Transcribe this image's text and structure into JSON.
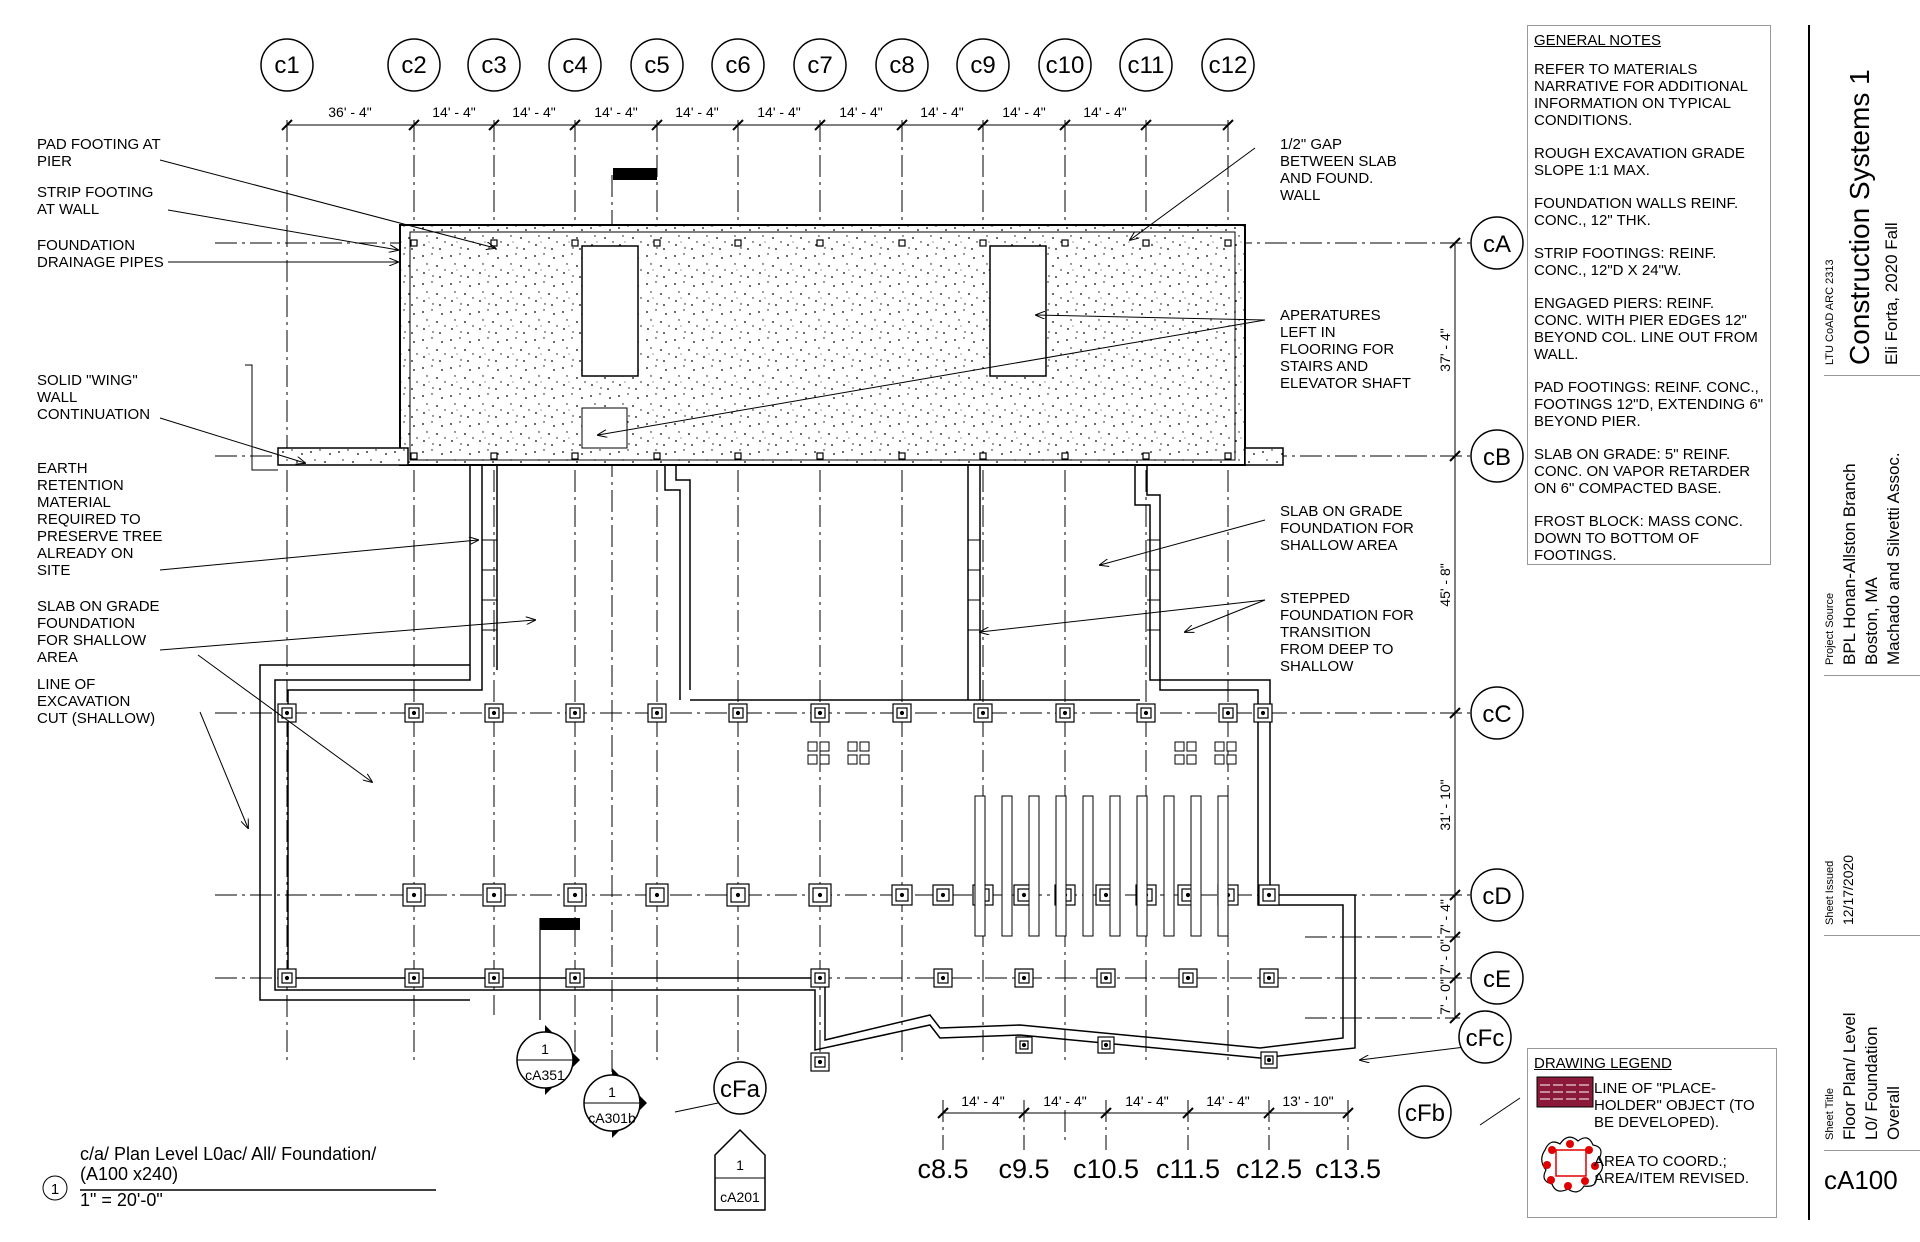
{
  "grid_top": [
    "c1",
    "c2",
    "c3",
    "c4",
    "c5",
    "c6",
    "c7",
    "c8",
    "c9",
    "c10",
    "c11",
    "c12"
  ],
  "dims_top": [
    "36' - 4\"",
    "14' - 4\"",
    "14' - 4\"",
    "14' - 4\"",
    "14' - 4\"",
    "14' - 4\"",
    "14' - 4\"",
    "14' - 4\"",
    "14' - 4\"",
    "14' - 4\""
  ],
  "grid_right": [
    "cA",
    "cB",
    "cC",
    "cD",
    "cE",
    "cFc"
  ],
  "grid_fb": "cFb",
  "grid_fa": "cFa",
  "dims_right": [
    "37' - 4\"",
    "45' - 8\"",
    "31' - 10\"",
    "7' - 4\"",
    "7' - 0\"",
    "7' - 0\""
  ],
  "grid_bottom": [
    "c8.5",
    "c9.5",
    "c10.5",
    "c11.5",
    "c12.5",
    "c13.5"
  ],
  "dims_bottom": [
    "14' - 4\"",
    "14' - 4\"",
    "14' - 4\"",
    "14' - 4\"",
    "13' - 10\""
  ],
  "callouts_left": [
    "PAD FOOTING AT\nPIER",
    "STRIP FOOTING\nAT WALL",
    "FOUNDATION\nDRAINAGE PIPES",
    "SOLID \"WING\"\nWALL\nCONTINUATION",
    "EARTH\nRETENTION\nMATERIAL\nREQUIRED TO\nPRESERVE TREE\nALREADY ON\nSITE",
    "SLAB ON GRADE\nFOUNDATION\nFOR SHALLOW\nAREA",
    "LINE OF\nEXCAVATION\nCUT (SHALLOW)"
  ],
  "callouts_right": [
    "1/2\" GAP\nBETWEEN SLAB\nAND FOUND.\nWALL",
    "APERATURES\nLEFT IN\nFLOORING FOR\nSTAIRS AND\nELEVATOR SHAFT",
    "SLAB ON GRADE\nFOUNDATION FOR\nSHALLOW AREA",
    "STEPPED\nFOUNDATION FOR\nTRANSITION\nFROM DEEP TO\nSHALLOW"
  ],
  "section_marks": [
    {
      "num": "1",
      "ref": "cA351"
    },
    {
      "num": "1",
      "ref": "cA301b"
    },
    {
      "num": "1",
      "ref": "cA201"
    }
  ],
  "view_title": {
    "num": "1",
    "line1": "c/a/  Plan Level L0ac/ All/ Foundation/",
    "line2": "(A100 x240)",
    "scale": "1\" = 20'-0\""
  },
  "general_notes": {
    "heading": "GENERAL NOTES",
    "items": [
      "REFER TO MATERIALS NARRATIVE FOR ADDITIONAL INFORMATION ON TYPICAL CONDITIONS.",
      "ROUGH EXCAVATION GRADE SLOPE 1:1 MAX.",
      "FOUNDATION WALLS REINF. CONC., 12\" THK.",
      "STRIP FOOTINGS: REINF. CONC., 12\"D X 24\"W.",
      "ENGAGED PIERS: REINF. CONC. WITH PIER EDGES 12\" BEYOND COL. LINE OUT FROM WALL.",
      "PAD FOOTINGS: REINF. CONC., FOOTINGS 12\"D, EXTENDING 6\" BEYOND PIER.",
      "SLAB ON GRADE: 5\" REINF. CONC. ON VAPOR RETARDER ON 6\" COMPACTED BASE.",
      "FROST BLOCK: MASS CONC. DOWN TO BOTTOM OF FOOTINGS."
    ]
  },
  "legend": {
    "heading": "DRAWING LEGEND",
    "item1": "LINE OF \"PLACE-HOLDER\" OBJECT (TO BE DEVELOPED).",
    "item2": "AREA TO COORD.; AREA/ITEM REVISED."
  },
  "title_block": {
    "course": "LTU CoAD ARC 2313",
    "title": "Construction Systems 1",
    "author": "Eli Forta, 2020 Fall",
    "project_source_label": "Project Source",
    "project_line1": "BPL Honan-Allston Branch",
    "project_line2": "Boston, MA",
    "project_line3": "Machado and Silvetti Assoc.",
    "issued_label": "Sheet Issued",
    "issued_date": "12/17/2020",
    "sheet_title_label": "Sheet Title",
    "sheet_title1": "Floor Plan/ Level",
    "sheet_title2": "L0/ Foundation",
    "sheet_title3": "Overall",
    "sheet_number": "cA100"
  },
  "colors": {
    "placeholder": "#8b1a3a",
    "revision": "#e00000"
  }
}
